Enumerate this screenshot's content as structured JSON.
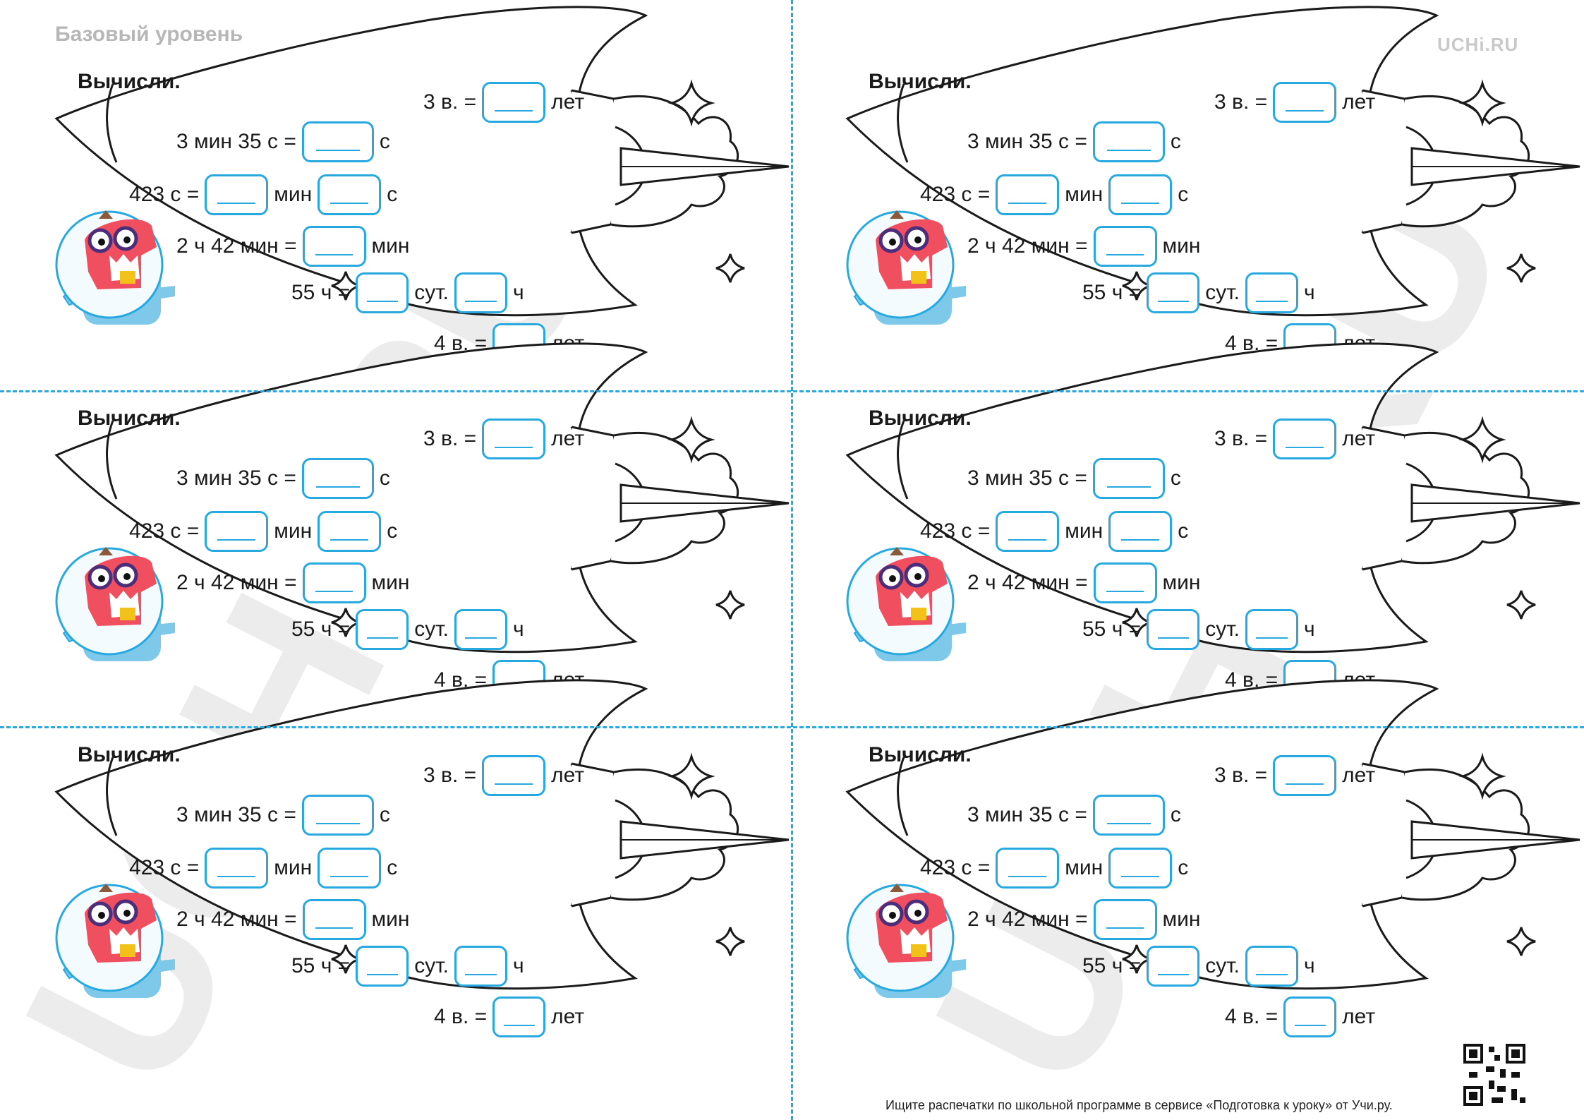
{
  "page": {
    "level": "Базовый уровень",
    "brand": "UCHi.RU",
    "watermark": "UCHi.RU",
    "footer": "Ищите распечатки по школьной программе в сервисе «Подготовка к уроку» от Учи.ру.",
    "qr_icon": "qr-code-icon"
  },
  "card": {
    "title": "Вычисли.",
    "rows": {
      "centuries3": {
        "left": "3 в. =",
        "unit": "лет"
      },
      "minsec": {
        "left": "3 мин 35 с =",
        "unit": "с"
      },
      "seconds": {
        "left": "423 с  =",
        "unit1": "мин",
        "unit2": "с"
      },
      "hours": {
        "left": "2 ч 42 мин =",
        "unit": "мин"
      },
      "days": {
        "left": "55 ч =",
        "unit1": "сут.",
        "unit2": "ч"
      },
      "centuries4": {
        "left": "4 в. =",
        "unit": "лет"
      }
    }
  },
  "colors": {
    "accent": "#27a9e0",
    "outline": "#1a1a1a",
    "watermark": "#e9e9e9",
    "dino_red": "#f04f60",
    "dino_suit": "#7ec8ea"
  }
}
